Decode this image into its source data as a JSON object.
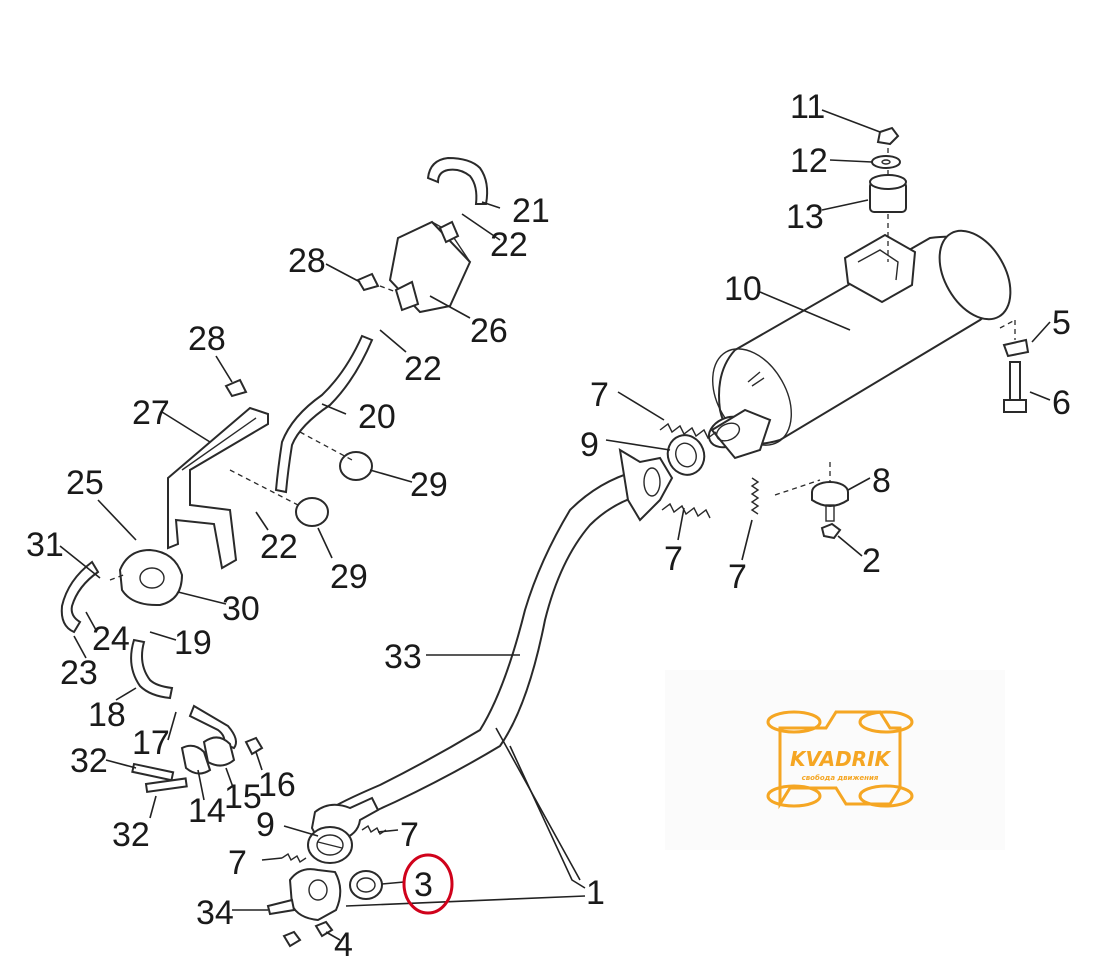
{
  "labels": {
    "p1": "1",
    "p2": "2",
    "p3": "3",
    "p4": "4",
    "p5": "5",
    "p6": "6",
    "p7a": "7",
    "p7b": "7",
    "p7c": "7",
    "p7d": "7",
    "p7e": "7",
    "p8": "8",
    "p9a": "9",
    "p9b": "9",
    "p10": "10",
    "p11": "11",
    "p12": "12",
    "p13": "13",
    "p14": "14",
    "p15": "15",
    "p16": "16",
    "p17": "17",
    "p18": "18",
    "p19": "19",
    "p20": "20",
    "p21": "21",
    "p22a": "22",
    "p22b": "22",
    "p22c": "22",
    "p23": "23",
    "p24": "24",
    "p25": "25",
    "p26": "26",
    "p27": "27",
    "p28a": "28",
    "p28b": "28",
    "p29a": "29",
    "p29b": "29",
    "p30": "30",
    "p31": "31",
    "p32a": "32",
    "p32b": "32",
    "p33": "33",
    "p34": "34"
  },
  "watermark": {
    "brand": "KVADRIK",
    "tagline": "свобода движения",
    "color": "#f5a623"
  },
  "highlight": {
    "target": "3",
    "color": "#d0021b"
  }
}
